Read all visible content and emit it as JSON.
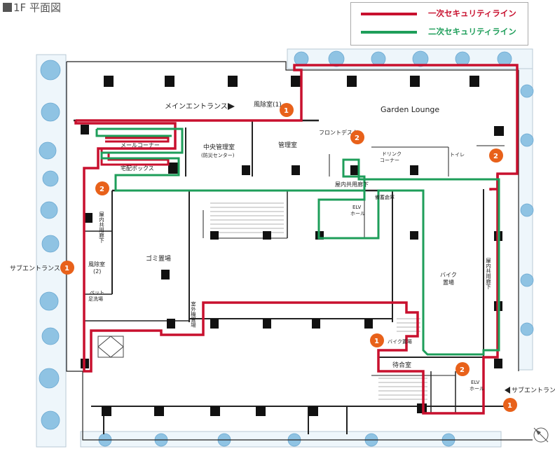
{
  "title": "1F 平面図",
  "legend": {
    "primary": {
      "label": "一次セキュリティライン",
      "color": "#c8102e"
    },
    "secondary": {
      "label": "二次セキュリティライン",
      "color": "#1e9e5a"
    }
  },
  "rooms": {
    "main_entrance": "メインエントランス",
    "windbreak_1": "風除室(1)",
    "front_desk": "フロントデスク",
    "garden_lounge": "Garden Lounge",
    "mail_corner": "メールコーナー",
    "parcel_box": "宅配ボックス",
    "central_mgmt": "中央管理室",
    "central_mgmt_sub": "(防災センター)",
    "mgmt_office": "管理室",
    "drink_corner_1": "ドリンク",
    "drink_corner_2": "コーナー",
    "toilet": "トイレ",
    "indoor_corridor_h": "屋内共用廊下",
    "indoor_corridor_v1": "屋内共用廊下",
    "elv_hall": "ELV\nホール",
    "storage": "備蓄倉庫",
    "windbreak_2": "風除室\n(2)",
    "garbage": "ゴミ置場",
    "pet_wash": "ペット\n足洗場",
    "outdoor_storage": "室外機置場",
    "bike_parking": "バイク\n置場",
    "indoor_corridor_v2": "屋内共用廊下",
    "bike_place": "バイク置場",
    "waiting_room": "待合室",
    "elv_hall_2": "ELV\nホール"
  },
  "entrances": {
    "sub_left": "サブエントランス",
    "sub_right": "サブエントランス"
  },
  "markers": [
    {
      "num": "1"
    },
    {
      "num": "2"
    },
    {
      "num": "2"
    },
    {
      "num": "2"
    },
    {
      "num": "1"
    },
    {
      "num": "1"
    },
    {
      "num": "2"
    },
    {
      "num": "1"
    }
  ],
  "marker_color": "#e8611a"
}
